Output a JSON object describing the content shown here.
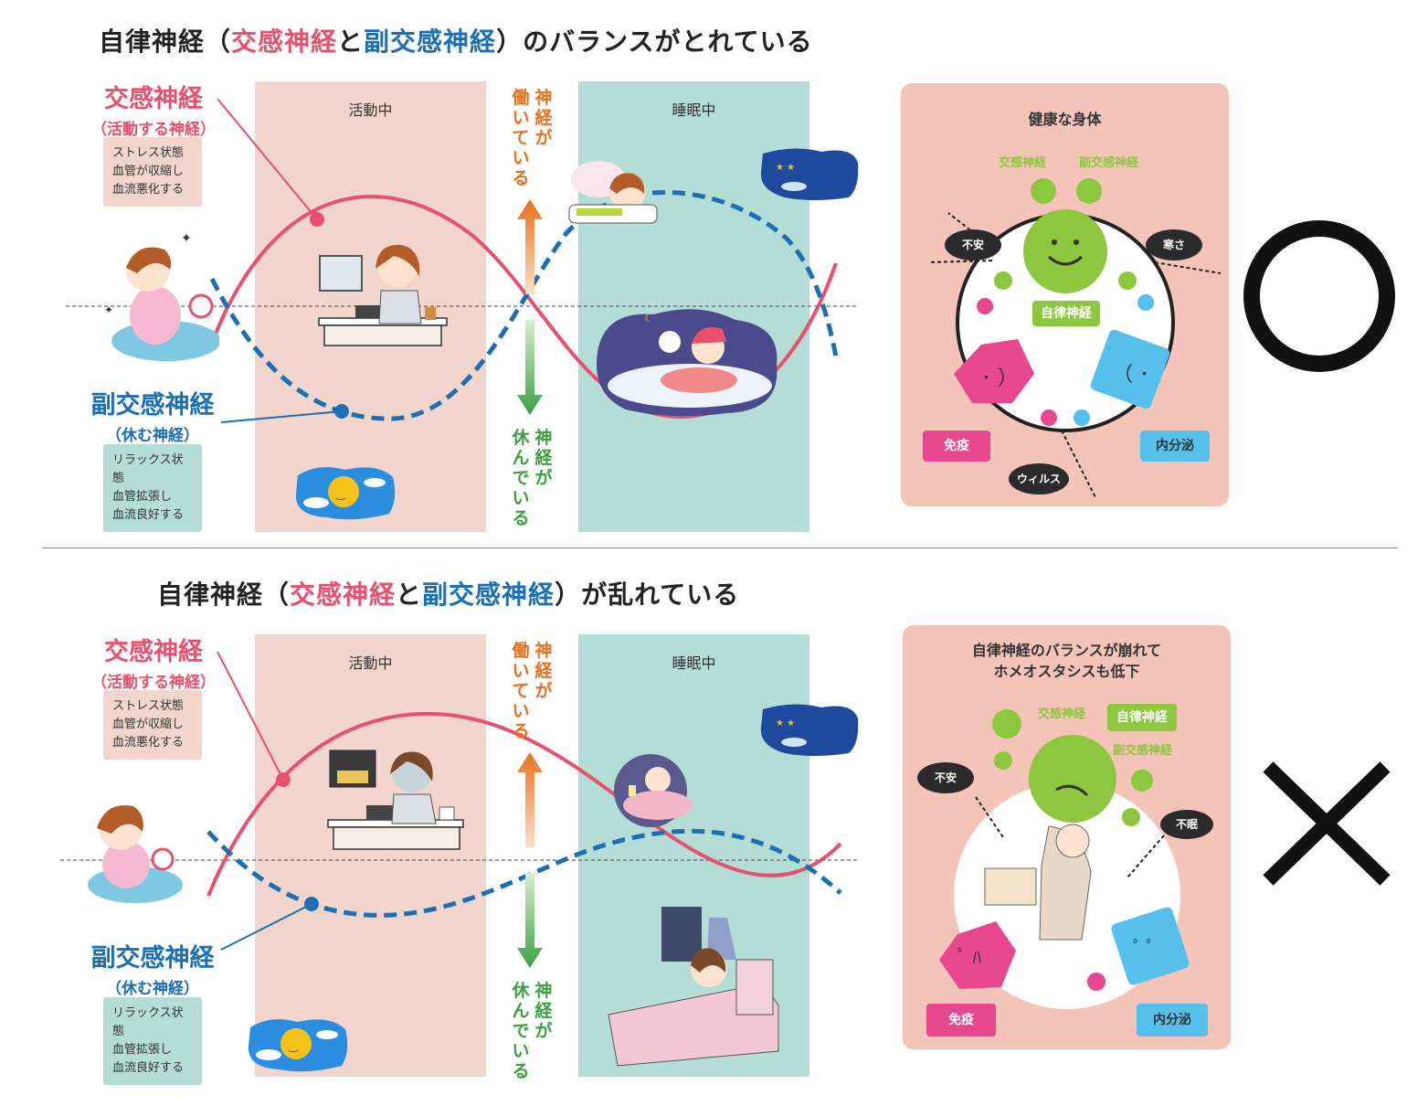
{
  "top": {
    "title_pre": "自律神経（",
    "title_red": "交感神経",
    "title_mid": "と",
    "title_blue": "副交感神経",
    "title_post": "）のバランスがとれている",
    "symbol": "○",
    "panel": {
      "title": "健康な身体",
      "sympathetic": "交感神経",
      "parasympathetic": "副交感神経",
      "center_tag": "自律神経",
      "immune": "免疫",
      "endocrine": "内分泌",
      "bubble_anxiety": "不安",
      "bubble_cold": "寒さ",
      "bubble_virus": "ウィルス"
    }
  },
  "bottom": {
    "title_pre": "自律神経（",
    "title_red": "交感神経",
    "title_mid": "と",
    "title_blue": "副交感神経",
    "title_post": "）が乱れている",
    "symbol": "×",
    "panel": {
      "title_line1": "自律神経のバランスが崩れて",
      "title_line2": "ホメオスタシスも低下",
      "sympathetic": "交感神経",
      "parasympathetic": "副交感神経",
      "center_tag": "自律神経",
      "immune": "免疫",
      "endocrine": "内分泌",
      "bubble_anxiety": "不安",
      "bubble_insomnia": "不眠"
    }
  },
  "shared": {
    "sympathetic": "交感神経",
    "sympathetic_sub": "（活動する神経）",
    "sympathetic_note": [
      "ストレス状態",
      "血管が収縮し",
      "血流悪化する"
    ],
    "parasympathetic": "副交感神経",
    "parasympathetic_sub": "（休む神経）",
    "parasympathetic_note": [
      "リラックス状態",
      "血管拡張し",
      "血流良好する"
    ],
    "active": "活動中",
    "sleeping": "睡眠中",
    "working_text": [
      "神",
      "経",
      "が",
      "働",
      "い",
      "て",
      "い",
      "る"
    ],
    "resting_text": [
      "神",
      "経",
      "が",
      "休",
      "ん",
      "で",
      "い",
      "る"
    ]
  },
  "colors": {
    "sympathetic": "#e8506e",
    "parasympathetic": "#1a6fb5",
    "band_active": "#f2d5cc",
    "band_sleep": "#b4ddd5",
    "panel": "#f5c4b8",
    "immune": "#e8488e",
    "endocrine": "#56c0ec",
    "autonomic": "#8dc63f"
  }
}
